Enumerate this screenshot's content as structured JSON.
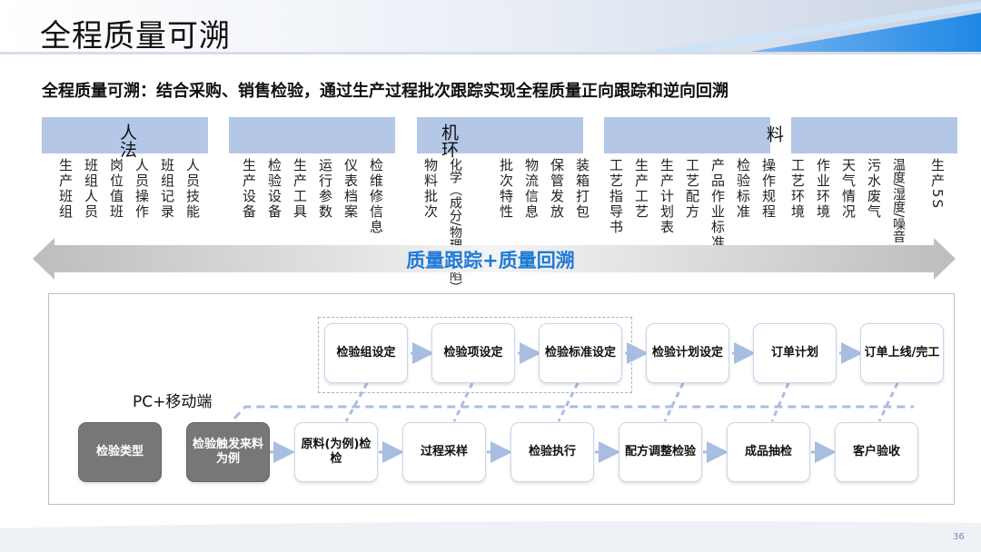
{
  "header": {
    "title": "全程质量可溯",
    "subtitle": "全程质量可溯：结合采购、销售检验，通过生产过程批次跟踪实现全程质量正向跟踪和逆向回溯"
  },
  "categories": [
    {
      "label": "人法",
      "columns": [
        "生产班组",
        "班组人员",
        "岗位值班",
        "人员操作",
        "班组记录",
        "人员技能"
      ]
    },
    {
      "label": "",
      "columns": [
        "生产设备",
        "检验设备",
        "生产工具",
        "运行参数",
        "仪表档案",
        "检维修信息"
      ]
    },
    {
      "label": "机环",
      "columns": [
        "物料批次",
        "化学（成分/物理/缺陷）",
        "批次特性",
        "物流信息",
        "保管发放",
        "装箱打包"
      ]
    },
    {
      "label": "料",
      "columns": [
        "工艺指导书",
        "生产工艺",
        "生产计划表",
        "工艺配方",
        "产品作业标准",
        "检验标准",
        "操作规程"
      ]
    },
    {
      "label": "",
      "columns": [
        "工艺环境",
        "作业环境",
        "天气情况",
        "污水废气",
        "温度/湿度/噪音",
        "生产5S"
      ]
    }
  ],
  "arrow_text": "质量跟踪+质量回溯",
  "flow": {
    "pc_label": "PC+移动端",
    "top_row": [
      "检验组设定",
      "检验项设定",
      "检验标准设定",
      "检验计划设定",
      "订单计划",
      "订单上线/完工"
    ],
    "bottom_row": [
      "检验类型",
      "检验触发来料为例",
      "原料(为例)检检",
      "过程采样",
      "检验执行",
      "配方调整检验",
      "成品抽检",
      "客户验收"
    ]
  },
  "page_number": "36",
  "colors": {
    "accent_blue": "#1f7ad6",
    "category_bar": "#b4c7e7",
    "dark_box": "#777777"
  }
}
